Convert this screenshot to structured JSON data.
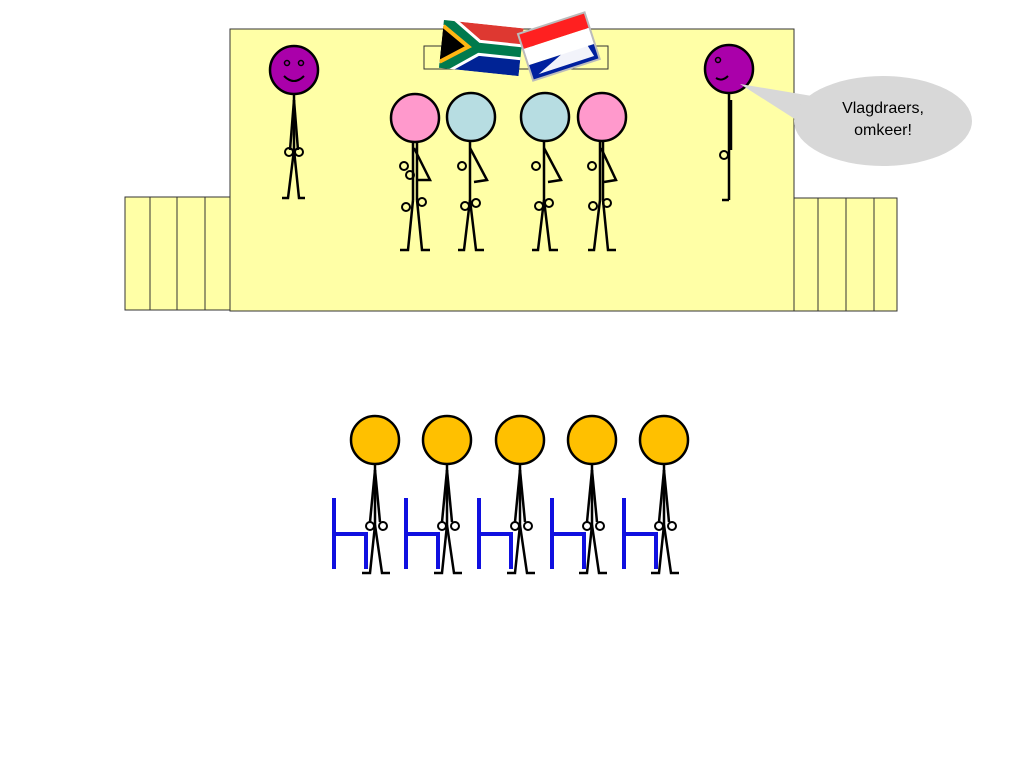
{
  "speech": {
    "line1": "Vlagdraers,",
    "line2": "omkeer!"
  },
  "colors": {
    "stage_fill": "#ffffa6",
    "stage_border": "#333333",
    "officer_head": "#aa00aa",
    "flag_bearer_pink": "#ff99cc",
    "flag_bearer_blue": "#b7dde2",
    "seated_head": "#ffc000",
    "chair": "#1010e0",
    "bubble": "#d8d8d8"
  },
  "figures": {
    "stage_officers": 2,
    "flag_bearers": [
      "pink",
      "blue",
      "blue",
      "pink"
    ],
    "seated_audience": 5
  },
  "icons": [
    "south-africa-flag-icon",
    "old-south-africa-flag-icon"
  ]
}
